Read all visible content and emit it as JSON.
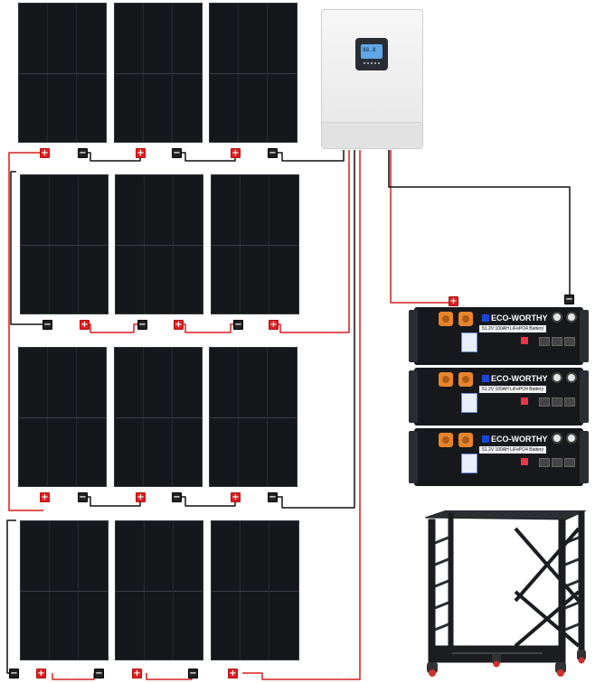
{
  "brand": "ECO-WORTHY",
  "battery_model": "51.2V 100AH LiFePO4 Battery",
  "terminal_pos": "+",
  "terminal_neg": "−",
  "inverter_display": "88.8",
  "wire_colors": {
    "positive": "#d81e1e",
    "negative": "#111111"
  },
  "panel_grid": {
    "rows": 4,
    "cols": 3
  },
  "battery_count": 3
}
